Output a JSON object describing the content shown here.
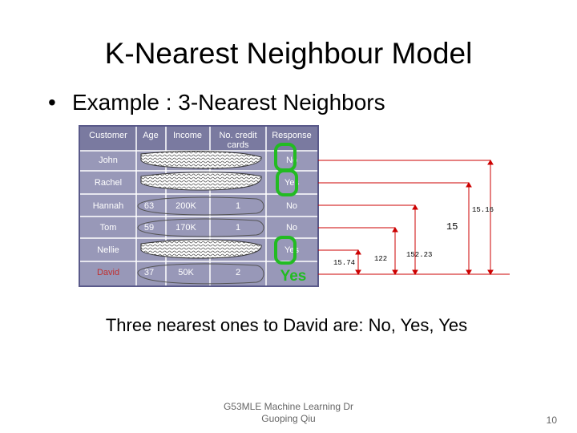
{
  "slide": {
    "title": "K-Nearest Neighbour Model",
    "bullet_marker": "•",
    "bullet": "Example : 3-Nearest Neighbors",
    "summary": "Three nearest ones to David are: No, Yes, Yes",
    "footer_line1": "G53MLE  Machine Learning Dr",
    "footer_line2": "Guoping Qiu",
    "page_number": "10"
  },
  "table": {
    "headers": [
      "Customer",
      "Age",
      "Income",
      "No. credit cards",
      "Response"
    ],
    "header_credit_line1": "No. credit",
    "header_credit_line2": "cards",
    "rows": [
      {
        "customer": "John",
        "age": "",
        "income": "",
        "cards": "",
        "response": "No"
      },
      {
        "customer": "Rachel",
        "age": "",
        "income": "",
        "cards": "",
        "response": "Yes"
      },
      {
        "customer": "Hannah",
        "age": "63",
        "income": "200K",
        "cards": "1",
        "response": "No"
      },
      {
        "customer": "Tom",
        "age": "59",
        "income": "170K",
        "cards": "1",
        "response": "No"
      },
      {
        "customer": "Nellie",
        "age": "",
        "income": "",
        "cards": "",
        "response": "Yes"
      },
      {
        "customer": "David",
        "age": "37",
        "income": "50K",
        "cards": "2",
        "response": ""
      }
    ],
    "predicted_response": "Yes"
  },
  "distances": [
    "15.74",
    "122",
    "152.23",
    "15",
    "15.16"
  ],
  "colors": {
    "table_border": "#5a5a8a",
    "header_bg": "#7a7aa0",
    "row_bg": "#9898b8",
    "text_white": "#ffffff",
    "david_text": "#c03030",
    "green": "#22bb22",
    "distance_line": "#cc0000"
  }
}
